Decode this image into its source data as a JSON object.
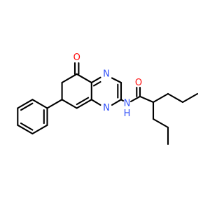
{
  "colors": {
    "background": "#ffffff",
    "bond": "#000000",
    "oxygen": "#ff0d0d",
    "nitrogen": "#3050f8"
  },
  "atoms": {
    "ketone_oxygen": "O",
    "ring_nitrogen_top": "N",
    "ring_nitrogen_bottom": "N",
    "amide_nitrogen": "N",
    "amide_hydrogen": "H",
    "amide_oxygen": "O"
  }
}
